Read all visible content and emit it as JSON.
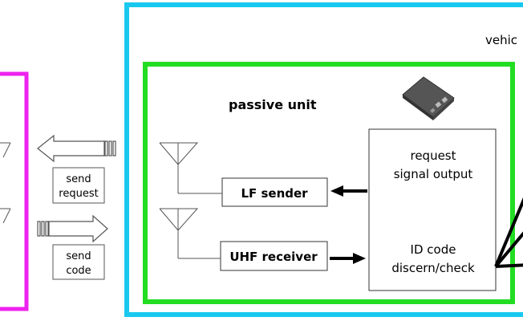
{
  "vehicle": {
    "label": "vehic"
  },
  "passive_unit": {
    "label": "passive unit"
  },
  "blocks": {
    "lf_sender": "LF sender",
    "uhf_receiver": "UHF receiver",
    "controller_line1": "request",
    "controller_line2": "signal output",
    "controller_line3": "ID code",
    "controller_line4": "discern/check"
  },
  "signals": {
    "send_request_line1": "send",
    "send_request_line2": "request",
    "send_code_line1": "send",
    "send_code_line2": "code"
  },
  "colors": {
    "vehicle_border": "#18c8ef",
    "passive_unit_border": "#22dd22",
    "key_border": "#ee22ee",
    "ink": "#000000"
  },
  "icons": {
    "key_fob": "key-fob-image",
    "antenna": "antenna-symbol"
  }
}
